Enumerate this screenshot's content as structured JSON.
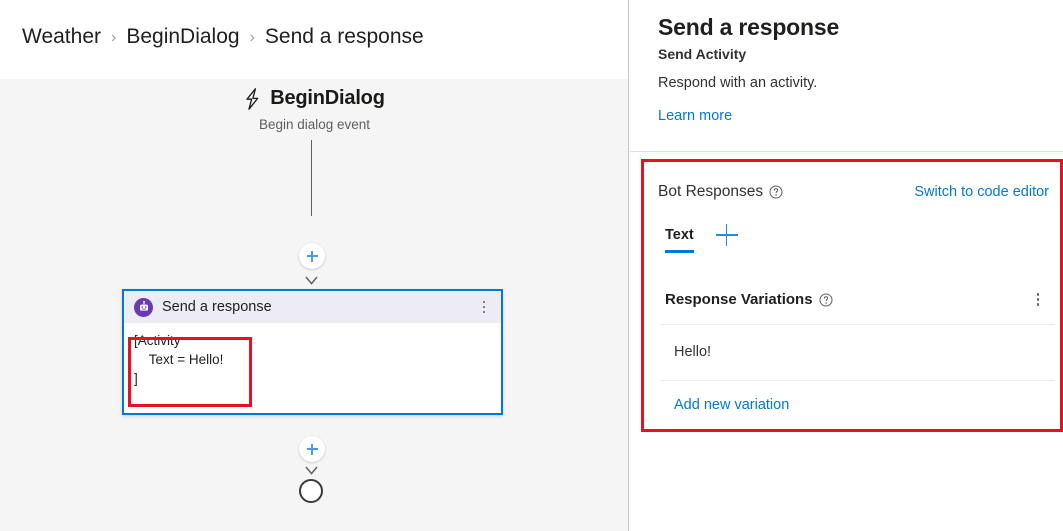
{
  "breadcrumb": {
    "items": [
      "Weather",
      "BeginDialog",
      "Send a response"
    ],
    "separator": "›"
  },
  "canvas": {
    "trigger": {
      "icon": "lightning-bolt-icon",
      "title": "BeginDialog",
      "subtitle": "Begin dialog event"
    },
    "add_node_button_label": "+",
    "card": {
      "icon": "bot-icon",
      "title": "Send a response",
      "menu_icon": "more-options-icon",
      "body_text": "[Activity\n    Text = Hello!\n]"
    },
    "end_node": "end-of-dialog-node"
  },
  "panel": {
    "title": "Send a response",
    "subtitle": "Send Activity",
    "description": "Respond with an activity.",
    "learn_more": "Learn more",
    "bot_responses": {
      "label": "Bot Responses",
      "help_icon": "help-circle-icon",
      "switch_link": "Switch to code editor",
      "tabs": [
        {
          "label": "Text",
          "active": true
        }
      ],
      "add_tab_icon": "plus-icon",
      "response_variations": {
        "label": "Response Variations",
        "help_icon": "help-circle-icon",
        "menu_icon": "more-options-icon",
        "items": [
          "Hello!"
        ],
        "add_link": "Add new variation"
      }
    }
  },
  "colors": {
    "accent_blue": "#0078d4",
    "link_blue": "#0078d4",
    "annotation_red": "#e81123",
    "bot_purple": "#6a3ab2",
    "card_header": "#edebf4",
    "canvas_bg": "#f5f5f5"
  }
}
